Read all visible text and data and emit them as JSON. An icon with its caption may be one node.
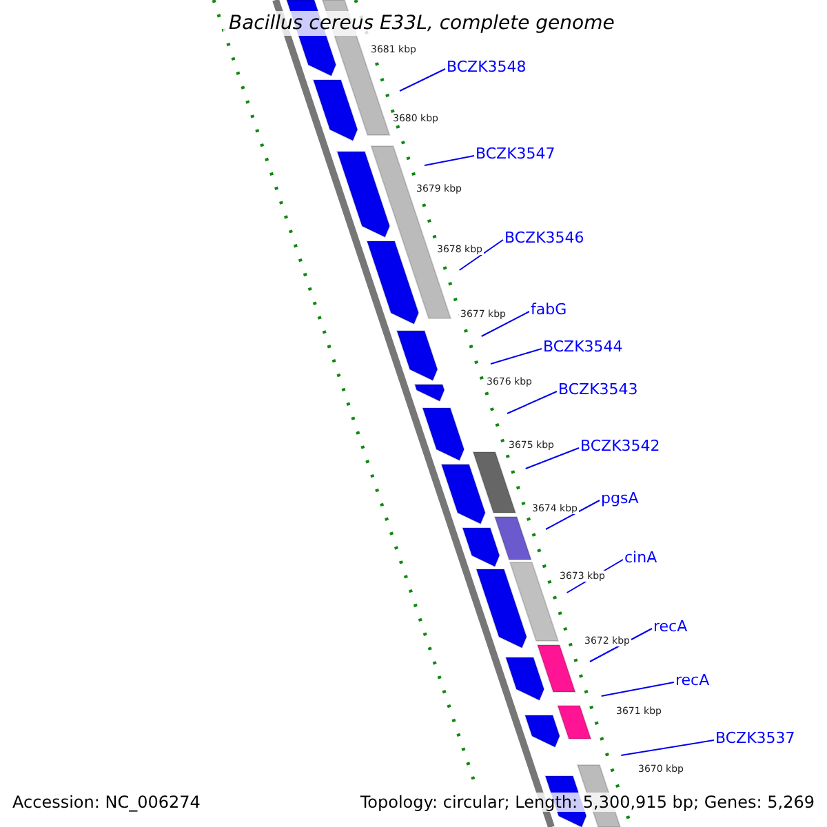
{
  "diagram": {
    "title": "Bacillus cereus E33L, complete genome",
    "nodes": [
      {
        "text": [
          "BCZK3548"
        ]
      },
      {
        "text": [
          "BCZK3547"
        ]
      },
      {
        "text": [
          "BCZK3546"
        ]
      },
      {
        "text": [
          "fabG"
        ]
      },
      {
        "text": [
          "BCZK3544"
        ]
      },
      {
        "text": [
          "BCZK3543"
        ]
      },
      {
        "text": [
          "BCZK3542"
        ]
      },
      {
        "text": [
          "pgsA"
        ]
      },
      {
        "text": [
          "cinA"
        ]
      },
      {
        "text": [
          "recA"
        ]
      },
      {
        "text": [
          "recA"
        ]
      },
      {
        "text": [
          "BCZK3537"
        ]
      }
    ],
    "edges": [
      {
        "from": 0,
        "to": null,
        "arrow": "none"
      },
      {
        "from": 1,
        "to": null,
        "arrow": "none"
      },
      {
        "from": 2,
        "to": null,
        "arrow": "none"
      },
      {
        "from": 3,
        "to": null,
        "arrow": "none"
      },
      {
        "from": 4,
        "to": null,
        "arrow": "none"
      },
      {
        "from": 5,
        "to": null,
        "arrow": "none"
      },
      {
        "from": 6,
        "to": null,
        "arrow": "none"
      },
      {
        "from": 7,
        "to": null,
        "arrow": "none"
      },
      {
        "from": 8,
        "to": null,
        "arrow": "none"
      },
      {
        "from": 9,
        "to": null,
        "arrow": "none"
      },
      {
        "from": 10,
        "to": null,
        "arrow": "none"
      },
      {
        "from": 11,
        "to": null,
        "arrow": "none"
      }
    ],
    "labels": [
      "3681 kbp",
      "3680 kbp",
      "3679 kbp",
      "3678 kbp",
      "3677 kbp",
      "3676 kbp",
      "3675 kbp",
      "3674 kbp",
      "3673 kbp",
      "3672 kbp",
      "3671 kbp",
      "3670 kbp",
      "Accession: NC_006274",
      "Topology: circular; Length: 5,300,915 bp; Genes: 5,269"
    ]
  }
}
